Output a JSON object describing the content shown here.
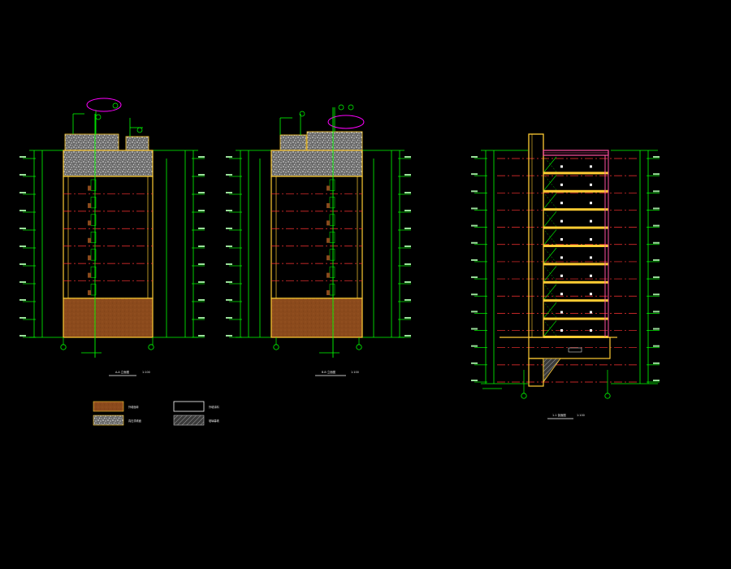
{
  "drawing": {
    "background": "#000000",
    "colors": {
      "dimension": "#00ff00",
      "outline": "#ffcc33",
      "floor_line": "#ff3333",
      "brick": "#8b4a1c",
      "stone": "#cfcfcf",
      "magenta": "#ff00ff",
      "white": "#ffffff",
      "hatch": "#9a9a9a"
    },
    "elevation_1": {
      "title": "A-A 立面图",
      "scale": "1:100"
    },
    "elevation_2": {
      "title": "B-B 立面图",
      "scale": "1:100"
    },
    "section": {
      "title": "1-1 剖面图",
      "scale": "1:100"
    },
    "legend": [
      {
        "swatch": "brick-swatch",
        "label": "外墙面砖"
      },
      {
        "swatch": "stone-swatch",
        "label": "真石漆墙面"
      },
      {
        "swatch": "white-swatch",
        "label": "外墙涂料"
      },
      {
        "swatch": "hatch-swatch",
        "label": "玻璃幕墙"
      }
    ]
  }
}
